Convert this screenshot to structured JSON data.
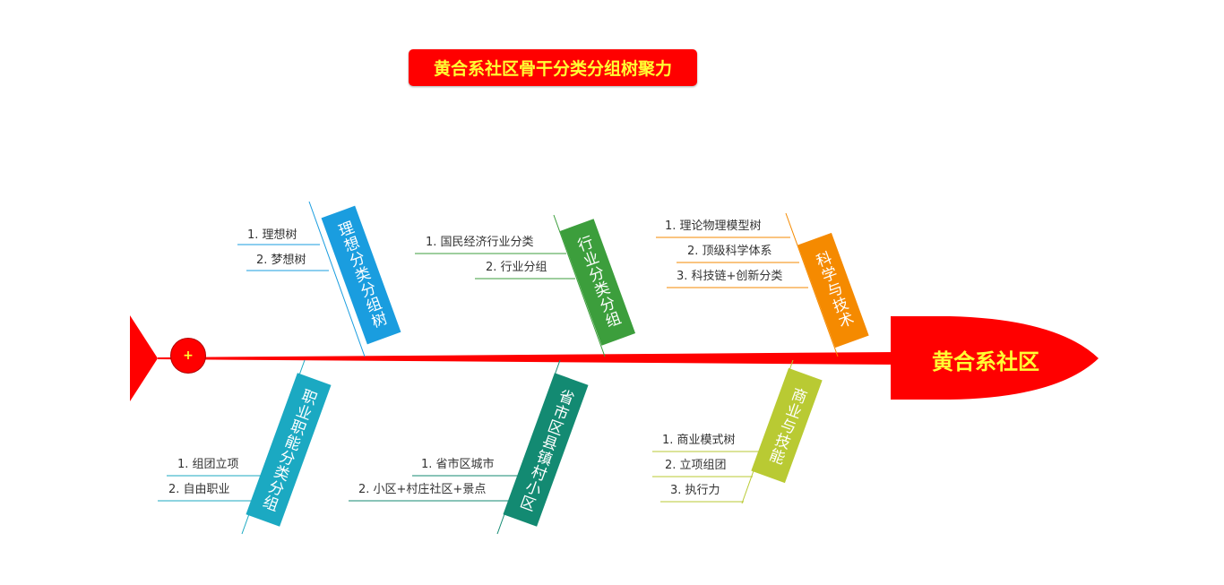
{
  "title": "黄合系社区骨干分类分组树聚力",
  "head_label": "黄合系社区",
  "expand_symbol": "+",
  "colors": {
    "spine": "#ff0000",
    "title_text": "#ffff33",
    "ideal": "#1a9ddf",
    "industry": "#3c9e3c",
    "science": "#f58a00",
    "job": "#1ba9c2",
    "city": "#138a72",
    "business": "#b9ca33"
  },
  "categories": {
    "ideal": {
      "label": "理想分类分组树",
      "items": [
        "1. 理想树",
        "2. 梦想树"
      ]
    },
    "industry": {
      "label": "行业分类分组",
      "items": [
        "1. 国民经济行业分类",
        "2. 行业分组"
      ]
    },
    "science": {
      "label": "科学与技术",
      "items": [
        "1. 理论物理模型树",
        "2. 顶级科学体系",
        "3. 科技链+创新分类"
      ]
    },
    "job": {
      "label": "职业职能分类分组",
      "items": [
        "1. 组团立项",
        "2. 自由职业"
      ]
    },
    "city": {
      "label": "省市区县镇村小区",
      "items": [
        "1. 省市区城市",
        "2. 小区+村庄社区+景点"
      ]
    },
    "business": {
      "label": "商业与技能",
      "items": [
        "1. 商业模式树",
        "2. 立项组团",
        "3. 执行力"
      ]
    }
  }
}
